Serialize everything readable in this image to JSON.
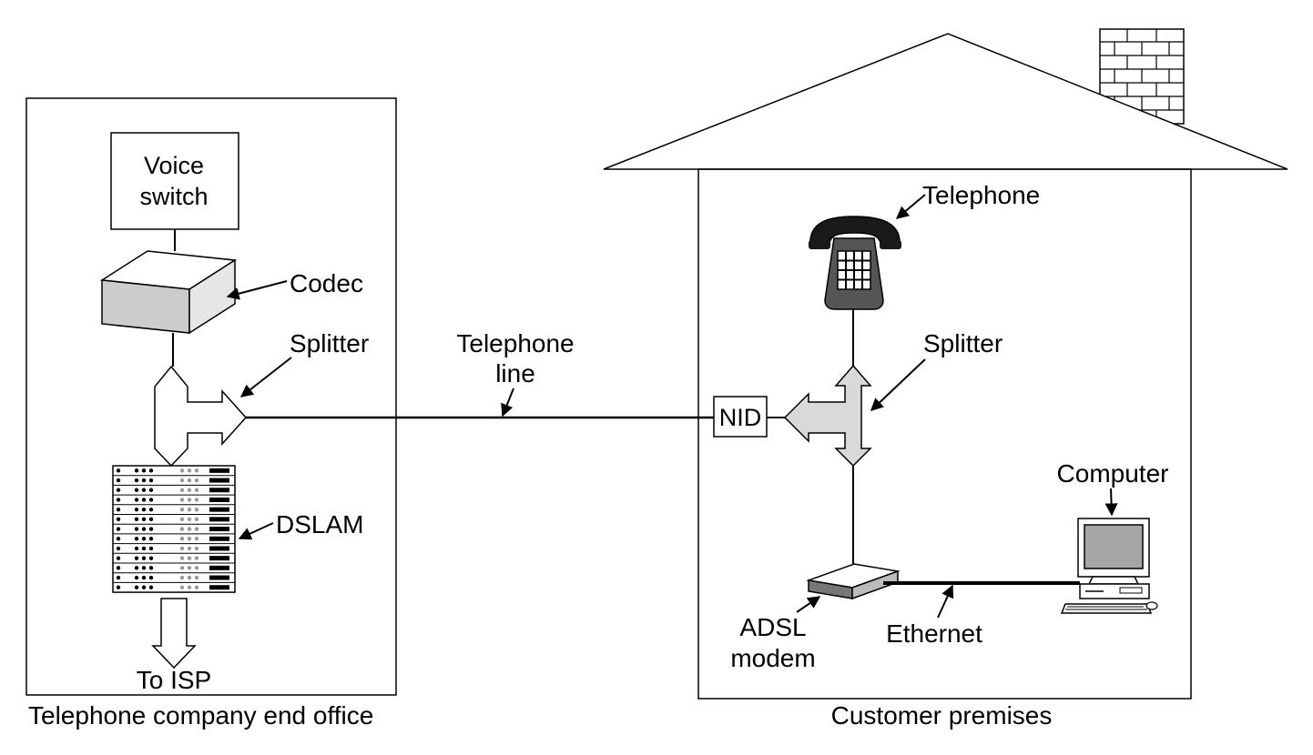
{
  "office": {
    "caption": "Telephone company end office",
    "voice_switch": [
      "Voice",
      "switch"
    ],
    "codec": "Codec",
    "splitter": "Splitter",
    "dslam": "DSLAM",
    "to_isp": "To ISP"
  },
  "line": {
    "label": [
      "Telephone",
      "line"
    ]
  },
  "premises": {
    "caption": "Customer premises",
    "telephone": "Telephone",
    "splitter": "Splitter",
    "nid": "NID",
    "computer": "Computer",
    "modem": [
      "ADSL",
      "modem"
    ],
    "ethernet": "Ethernet"
  },
  "colors": {
    "stroke": "#000000",
    "splitter_fill": "#d9d9d9",
    "codec_front": "#cccccc",
    "phone_body": "#555555",
    "screen": "#a6a6a6"
  }
}
